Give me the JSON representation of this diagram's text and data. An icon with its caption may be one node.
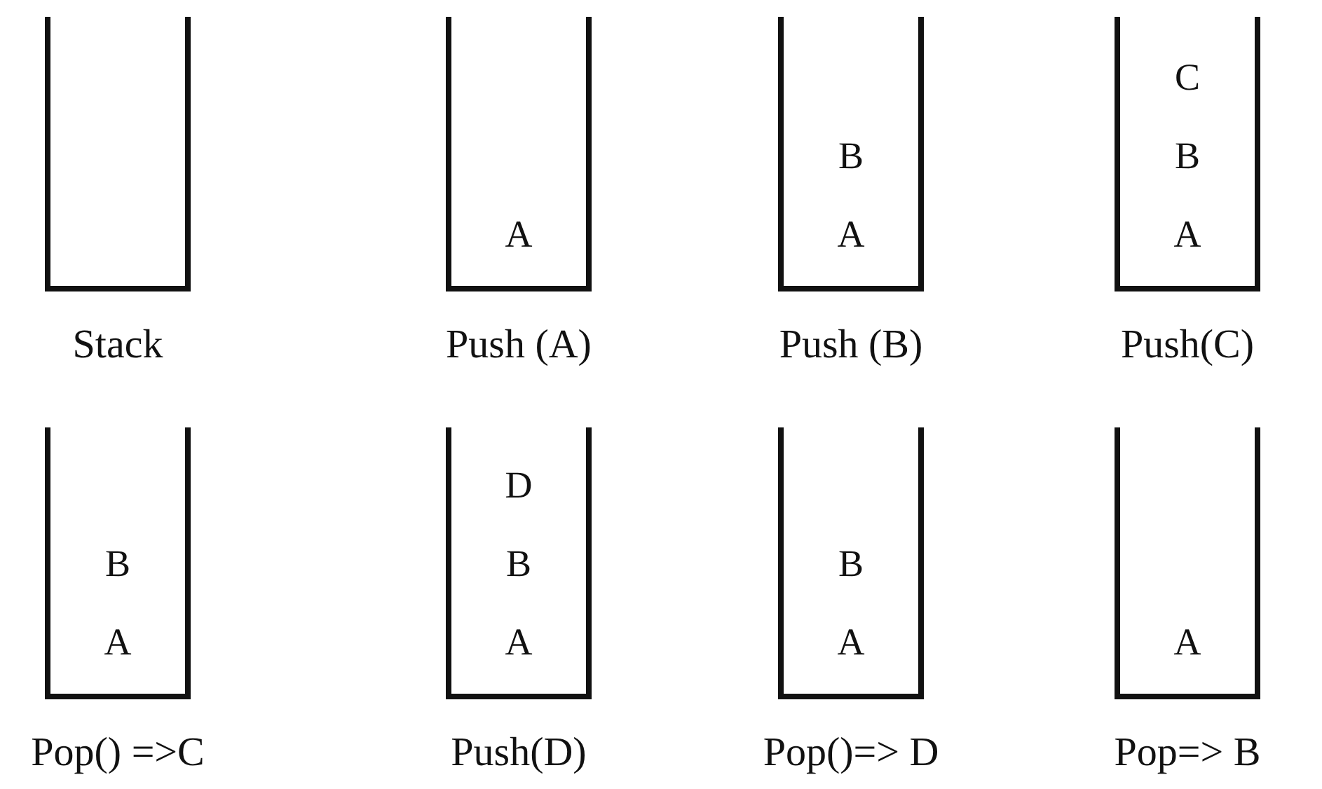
{
  "diagram": {
    "nodes": [
      {
        "text": [],
        "shape": "box",
        "beside": [
          "Stack"
        ]
      },
      {
        "text": [
          "A"
        ],
        "beside": [
          "Push (A)"
        ]
      },
      {
        "text": [
          "B",
          "A"
        ],
        "beside": [
          "Push (B)"
        ]
      },
      {
        "text": [
          "C",
          "B",
          "A"
        ],
        "beside": [
          "Push(C)"
        ]
      },
      {
        "text": [
          "B",
          "A"
        ],
        "beside": [
          "Pop() =>C"
        ]
      },
      {
        "text": [
          "D",
          "B",
          "A"
        ],
        "beside": [
          "Push(D)"
        ]
      },
      {
        "text": [
          "B",
          "A"
        ],
        "beside": [
          "Pop()=> D"
        ]
      },
      {
        "text": [
          "A"
        ],
        "beside": [
          "Pop=> B"
        ]
      }
    ]
  }
}
